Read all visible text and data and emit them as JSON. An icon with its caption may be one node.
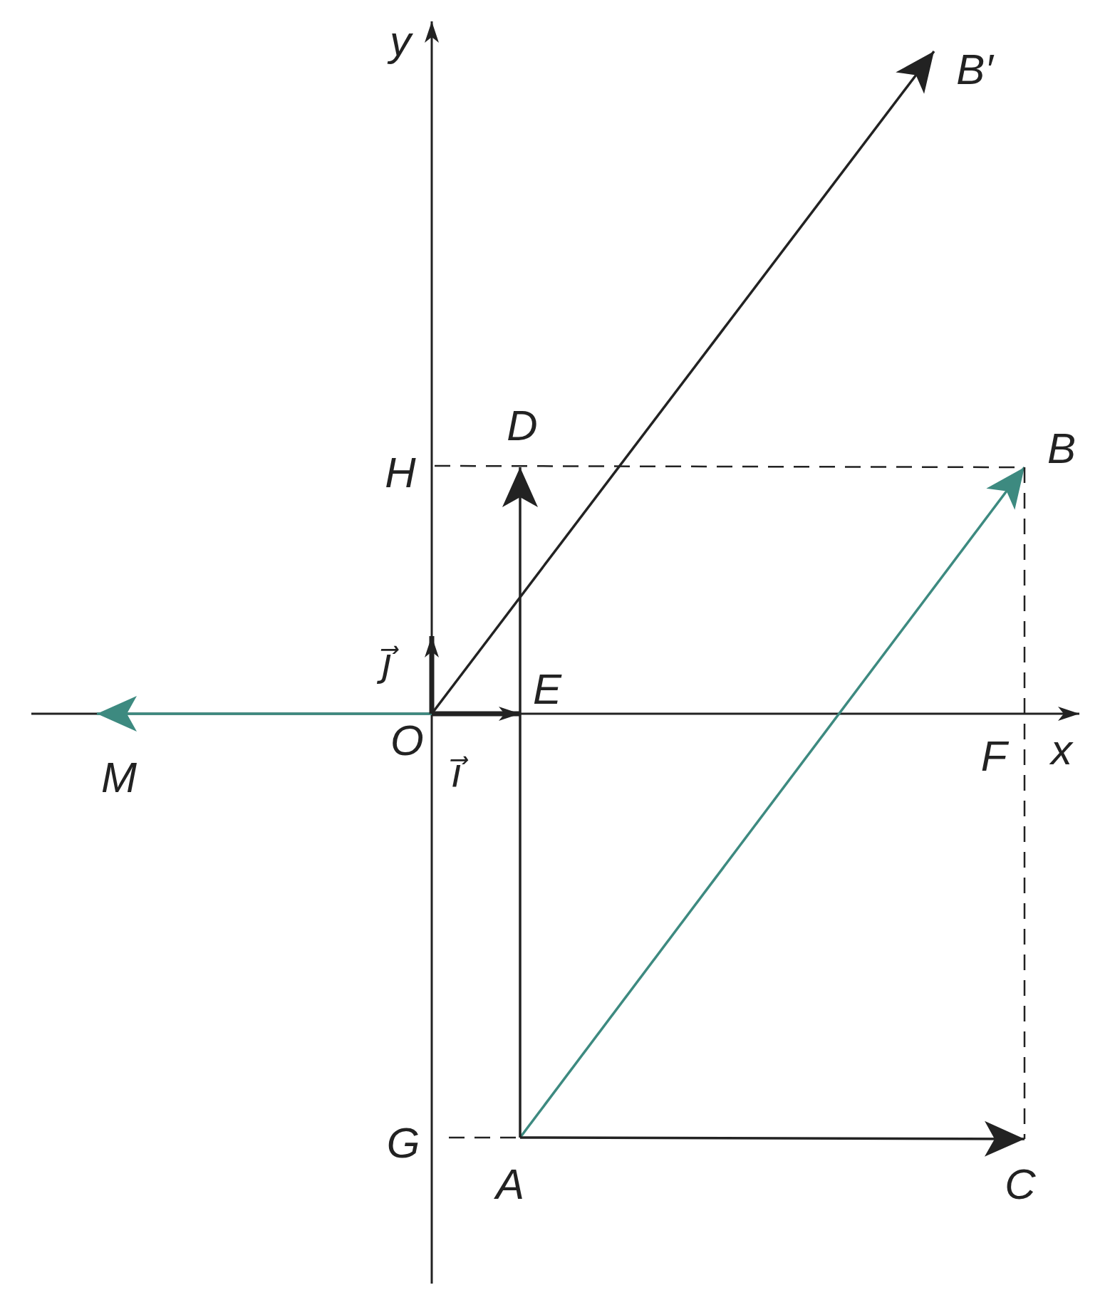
{
  "diagram": {
    "nodes": [
      {
        "text": [
          "B′"
        ]
      },
      {
        "text": [
          "D"
        ]
      },
      {
        "text": [
          "H"
        ]
      },
      {
        "text": [
          "B"
        ]
      },
      {
        "text": [
          "E"
        ]
      },
      {
        "text": [
          "O"
        ]
      },
      {
        "text": [
          "M"
        ]
      },
      {
        "text": [
          "F"
        ]
      },
      {
        "text": [
          "G"
        ]
      },
      {
        "text": [
          "A"
        ]
      },
      {
        "text": [
          "C"
        ]
      }
    ],
    "edges": [
      {
        "from": 5,
        "to": 0,
        "arrow": "to"
      },
      {
        "from": 5,
        "to": 6,
        "arrow": "to",
        "color": "#3d8a80"
      },
      {
        "from": 9,
        "to": 3,
        "arrow": "to",
        "color": "#3d8a80"
      },
      {
        "from": 9,
        "to": 1,
        "arrow": "to"
      },
      {
        "from": 9,
        "to": 10,
        "arrow": "to"
      },
      {
        "from": 5,
        "to": 4,
        "arrow": "to",
        "label": "i⃗",
        "style": "thick"
      },
      {
        "from": 5,
        "to": null,
        "arrow": "to",
        "label": "j⃗",
        "style": "thick"
      },
      {
        "from": 2,
        "to": 3,
        "arrow": "none",
        "style": "dashed"
      },
      {
        "from": 3,
        "to": 10,
        "arrow": "none",
        "style": "dashed"
      },
      {
        "from": 8,
        "to": 9,
        "arrow": "none",
        "style": "dashed"
      }
    ],
    "labels": [
      "y",
      "x"
    ]
  }
}
